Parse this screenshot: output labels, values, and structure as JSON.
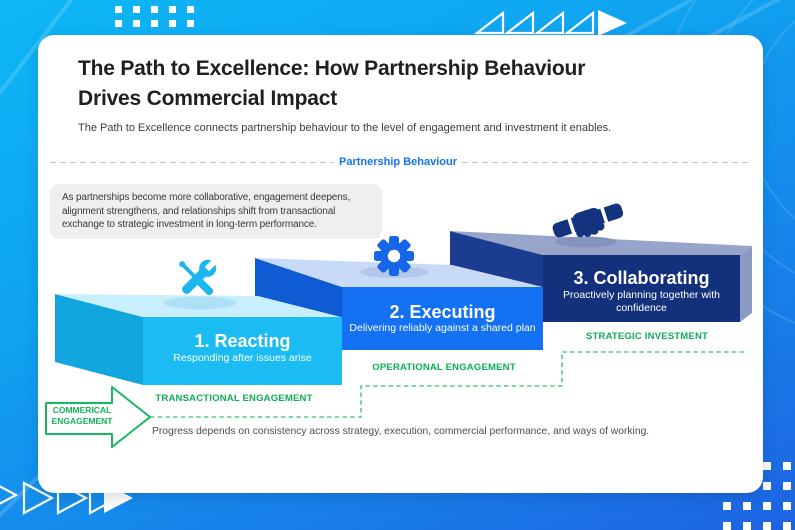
{
  "page": {
    "title_line1": "The Path to Excellence: How Partnership Behaviour",
    "title_line2": "Drives Commercial Impact",
    "subtitle": "The Path to Excellence connects partnership behaviour to the level of engagement and investment it enables.",
    "divider_label": "Partnership Behaviour",
    "intro_note": "As partnerships become more collaborative, engagement deepens, alignment strengthens, and relationships shift from transactional exchange to strategic investment in long-term performance.",
    "footer_note": "Progress depends on consistency across strategy, execution, commercial performance, and ways of working."
  },
  "steps": [
    {
      "number_title": "1. Reacting",
      "description": "Responding after issues arise",
      "engagement_label": "TRANSACTIONAL ENGAGEMENT",
      "icon": "tools-icon"
    },
    {
      "number_title": "2. Executing",
      "description": "Delivering reliably against a shared plan",
      "engagement_label": "OPERATIONAL ENGAGEMENT",
      "icon": "gear-icon"
    },
    {
      "number_title": "3. Collaborating",
      "description": "Proactively planning together with confidence",
      "engagement_label": "STRATEGIC INVESTMENT",
      "icon": "handshake-icon"
    }
  ],
  "axis_arrow": {
    "label_line1": "COMMERICAL",
    "label_line2": "ENGAGEMENT"
  },
  "colors": {
    "background_top": "#0DB7F6",
    "background_bottom": "#1E63E2",
    "step1_front": "#1ABCF3",
    "step1_top": "#C9EEFC",
    "step2_front": "#1471F4",
    "step2_top": "#C7DAF8",
    "step3_front": "#13307C",
    "step3_top": "#97A5CB",
    "engagement_green": "#0CAD58",
    "divider_blue": "#1274EC"
  }
}
